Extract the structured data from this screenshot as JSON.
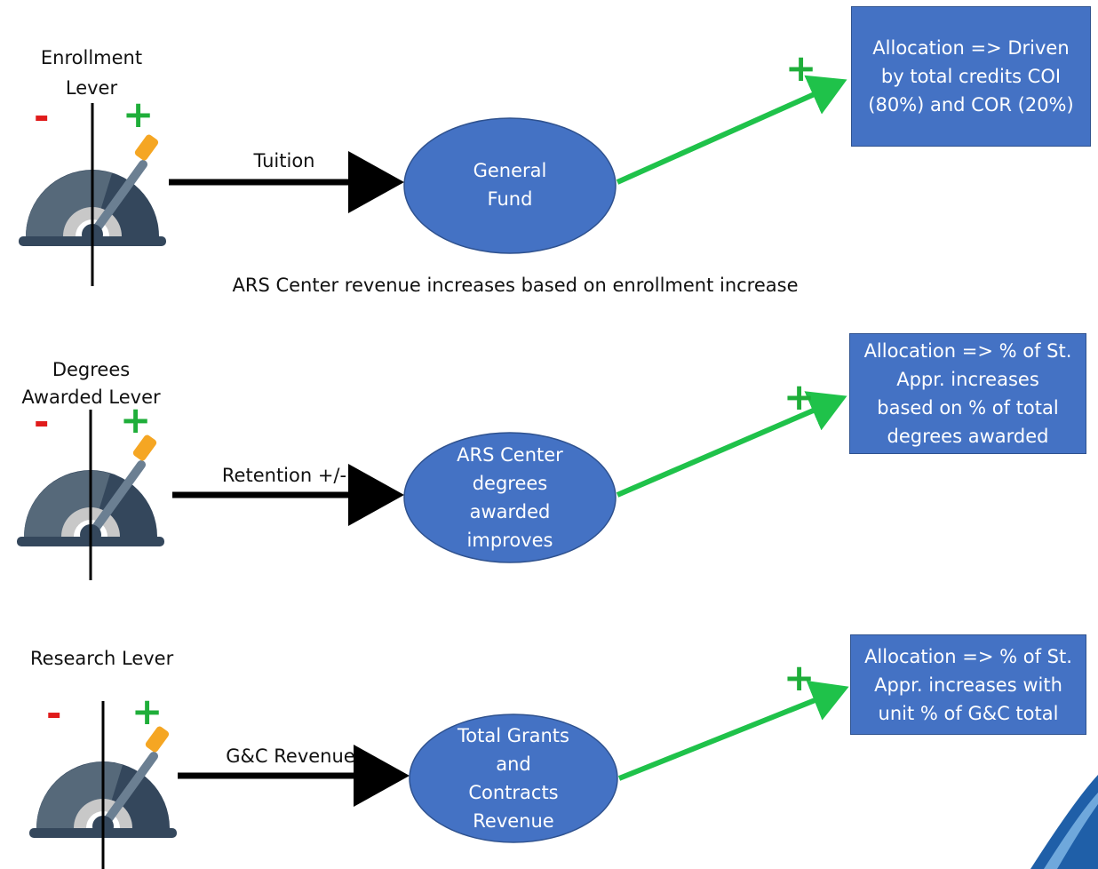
{
  "rows": [
    {
      "lever_label": "Enrollment\nLever",
      "minus": "-",
      "plus": "+",
      "arrow_label": "Tuition",
      "node": "General\nFund",
      "outcome_plus": "+",
      "allocation": "Allocation => Driven\nby total credits COI\n(80%) and COR (20%)"
    },
    {
      "lever_label": "Degrees\nAwarded Lever",
      "minus": "-",
      "plus": "+",
      "arrow_label": "Retention +/-",
      "node": "ARS Center\ndegrees\nawarded\nimproves",
      "outcome_plus": "+",
      "allocation": "Allocation => % of St.\nAppr. increases\nbased on % of total\ndegrees awarded"
    },
    {
      "lever_label": "Research Lever",
      "minus": "-",
      "plus": "+",
      "arrow_label": "G&C Revenue",
      "node": "Total Grants\nand\nContracts\nRevenue",
      "outcome_plus": "+",
      "allocation": "Allocation => % of St.\nAppr. increases with\nunit % of G&C total"
    }
  ],
  "note": "ARS Center revenue increases based on enrollment increase",
  "colors": {
    "node_fill": "#4472c4",
    "node_stroke": "#2f528f",
    "positive_arrow": "#1fc24a",
    "plus_sign": "#1fae3a",
    "minus_sign": "#e01b1b",
    "lever_dark": "#34475c",
    "lever_mid": "#56697a",
    "lever_light": "#c8c8c8",
    "lever_handle": "#f5a623"
  },
  "icons": [
    "lever-icon"
  ]
}
